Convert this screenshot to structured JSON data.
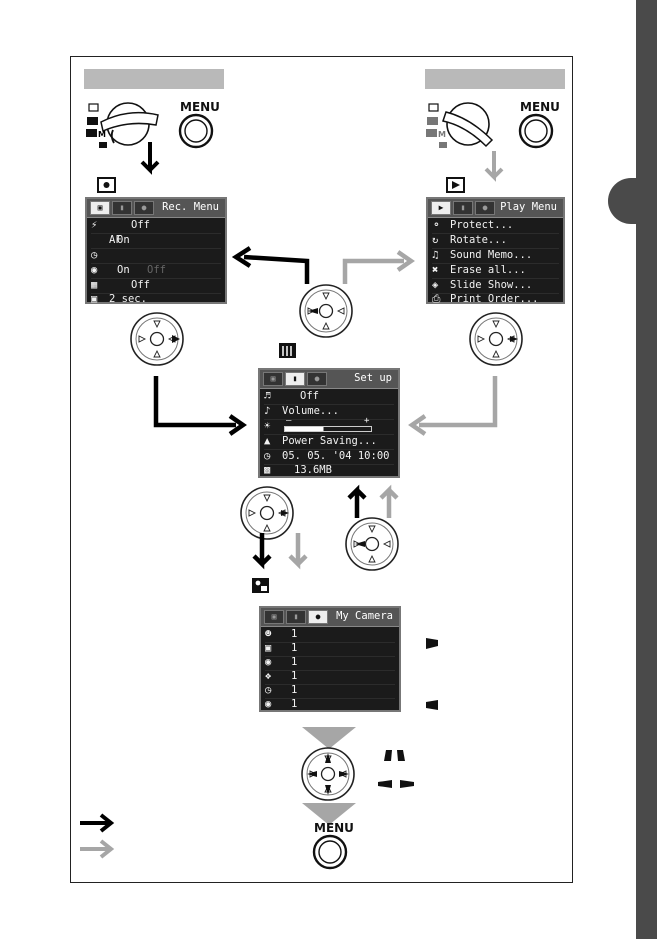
{
  "buttons": {
    "menu_label": "MENU"
  },
  "rec_menu": {
    "title": "Rec. Menu",
    "rows": [
      {
        "v": "Off",
        "off": ""
      },
      {
        "v": "",
        "off": ""
      },
      {
        "v": "On",
        "off": ""
      },
      {
        "v": "",
        "off": ""
      },
      {
        "v": "On",
        "off": "Off"
      },
      {
        "v": "Off",
        "off": ""
      },
      {
        "v": "2 sec.",
        "off": ""
      }
    ],
    "af_label": "AF"
  },
  "play_menu": {
    "title": "Play Menu",
    "items": [
      "Protect...",
      "Rotate...",
      "Sound Memo...",
      "Erase all...",
      "Slide Show...",
      "Print Order..."
    ]
  },
  "setup_menu": {
    "title": "Set up",
    "items": [
      "Off",
      "Volume...",
      "",
      "",
      "Power Saving...",
      "05. 05. '04 10:00",
      "13.6MB"
    ],
    "slider_minus": "–",
    "slider_plus": "+"
  },
  "mycamera_menu": {
    "title": "My Camera",
    "values": [
      "1",
      "1",
      "1",
      "1",
      "1",
      "1"
    ]
  },
  "colors": {
    "black_arrow": "#000000",
    "gray_arrow": "#a6a6a6",
    "side_tab": "#4a4a4a"
  }
}
